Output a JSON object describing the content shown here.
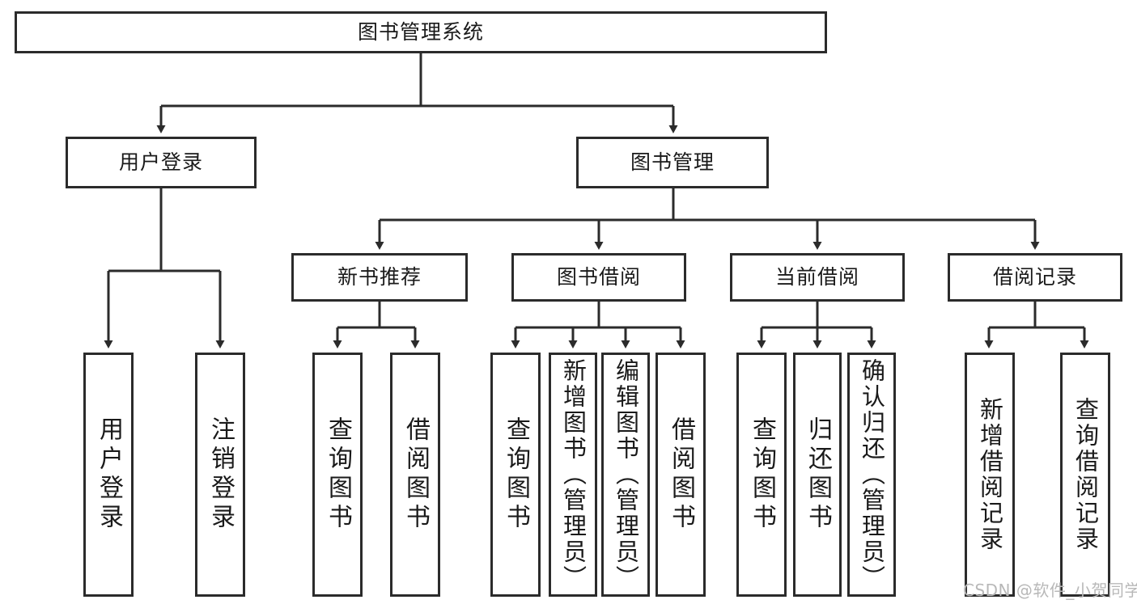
{
  "diagram": {
    "type": "tree-hierarchy",
    "title": "图书管理系统",
    "orientation": "top-down",
    "edge_style": "orthogonal-arrow",
    "colors": {
      "stroke": "#2b2b2b",
      "node_fill": "#ffffff",
      "text": "#1a1a1a",
      "watermark": "#b8b8b8",
      "background": "#ffffff"
    }
  },
  "root": {
    "label": "图书管理系统"
  },
  "level2": [
    {
      "label": "用户登录"
    },
    {
      "label": "图书管理"
    }
  ],
  "level3": [
    {
      "label": "新书推荐"
    },
    {
      "label": "图书借阅"
    },
    {
      "label": "当前借阅"
    },
    {
      "label": "借阅记录"
    }
  ],
  "leaves": {
    "user_login": [
      {
        "label": "用户登录"
      },
      {
        "label": "注销登录"
      }
    ],
    "new_book": [
      {
        "label": "查询图书"
      },
      {
        "label": "借阅图书"
      }
    ],
    "book_borrow": [
      {
        "label": "查询图书"
      },
      {
        "label": "新增图书（管理员）"
      },
      {
        "label": "编辑图书（管理员）"
      },
      {
        "label": "借阅图书"
      }
    ],
    "current_borrow": [
      {
        "label": "查询图书"
      },
      {
        "label": "归还图书"
      },
      {
        "label": "确认归还（管理员）"
      }
    ],
    "borrow_record": [
      {
        "label": "新增借阅记录"
      },
      {
        "label": "查询借阅记录"
      }
    ]
  },
  "watermark": {
    "text": "CSDN @软件_小贺同学"
  },
  "chart_data": {
    "type": "table",
    "title": "图书管理系统 功能结构图",
    "nodes": [
      {
        "id": "root",
        "label": "图书管理系统",
        "level": 1,
        "parent": null
      },
      {
        "id": "user-login",
        "label": "用户登录",
        "level": 2,
        "parent": "root"
      },
      {
        "id": "book-mgmt",
        "label": "图书管理",
        "level": 2,
        "parent": "root"
      },
      {
        "id": "new-book",
        "label": "新书推荐",
        "level": 3,
        "parent": "book-mgmt"
      },
      {
        "id": "book-borrow",
        "label": "图书借阅",
        "level": 3,
        "parent": "book-mgmt"
      },
      {
        "id": "current-borrow",
        "label": "当前借阅",
        "level": 3,
        "parent": "book-mgmt"
      },
      {
        "id": "borrow-record",
        "label": "借阅记录",
        "level": 3,
        "parent": "book-mgmt"
      },
      {
        "id": "l-user-login",
        "label": "用户登录",
        "level": 3,
        "parent": "user-login"
      },
      {
        "id": "l-logout",
        "label": "注销登录",
        "level": 3,
        "parent": "user-login"
      },
      {
        "id": "l-nb-query",
        "label": "查询图书",
        "level": 4,
        "parent": "new-book"
      },
      {
        "id": "l-nb-borrow",
        "label": "借阅图书",
        "level": 4,
        "parent": "new-book"
      },
      {
        "id": "l-bb-query",
        "label": "查询图书",
        "level": 4,
        "parent": "book-borrow"
      },
      {
        "id": "l-bb-add",
        "label": "新增图书（管理员）",
        "level": 4,
        "parent": "book-borrow"
      },
      {
        "id": "l-bb-edit",
        "label": "编辑图书（管理员）",
        "level": 4,
        "parent": "book-borrow"
      },
      {
        "id": "l-bb-borrow",
        "label": "借阅图书",
        "level": 4,
        "parent": "book-borrow"
      },
      {
        "id": "l-cb-query",
        "label": "查询图书",
        "level": 4,
        "parent": "current-borrow"
      },
      {
        "id": "l-cb-return",
        "label": "归还图书",
        "level": 4,
        "parent": "current-borrow"
      },
      {
        "id": "l-cb-confirm",
        "label": "确认归还（管理员）",
        "level": 4,
        "parent": "current-borrow"
      },
      {
        "id": "l-br-add",
        "label": "新增借阅记录",
        "level": 4,
        "parent": "borrow-record"
      },
      {
        "id": "l-br-query",
        "label": "查询借阅记录",
        "level": 4,
        "parent": "borrow-record"
      }
    ]
  }
}
